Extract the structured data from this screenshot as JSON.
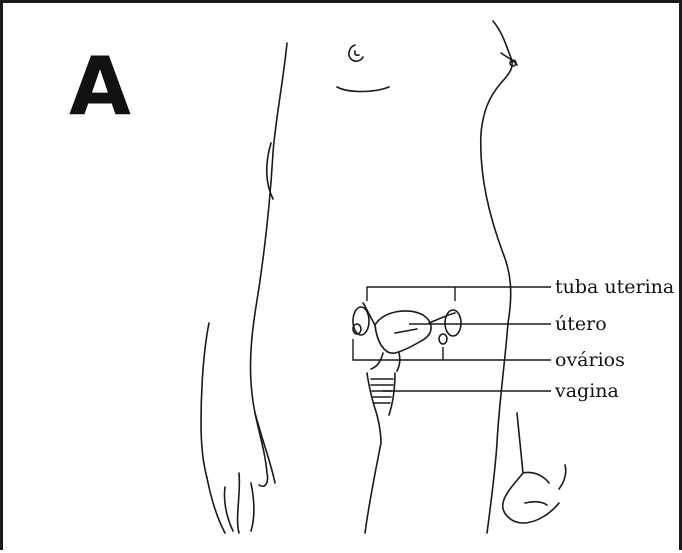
{
  "figure": {
    "panel_letter": "A",
    "labels": {
      "tuba_uterina": "tuba uterina",
      "utero": "útero",
      "ovarios": "ovários",
      "vagina": "vagina"
    },
    "colors": {
      "line": "#1a1a1a",
      "text": "#111111",
      "background": "#ffffff"
    }
  }
}
